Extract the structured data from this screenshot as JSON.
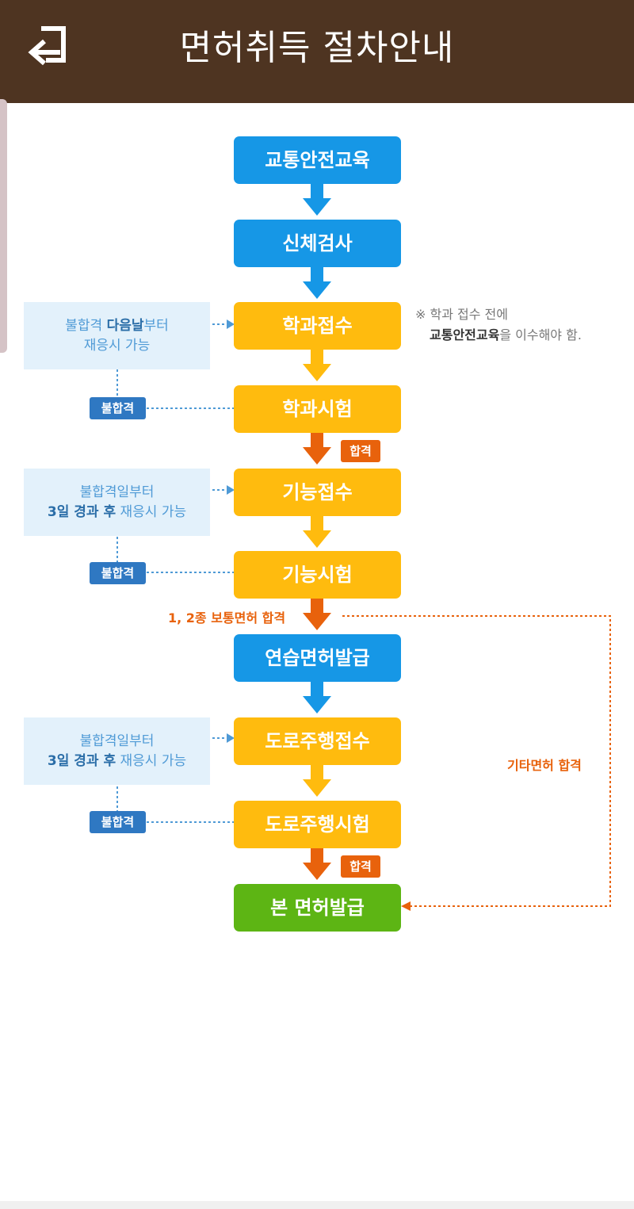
{
  "header": {
    "title": "면허취득 절차안내",
    "back_icon": "back-arrow-icon",
    "background_color": "#4e3421"
  },
  "steps": [
    {
      "label": "교통안전교육",
      "color": "blue"
    },
    {
      "label": "신체검사",
      "color": "blue"
    },
    {
      "label": "학과접수",
      "color": "yellow"
    },
    {
      "label": "학과시험",
      "color": "yellow"
    },
    {
      "label": "기능접수",
      "color": "yellow"
    },
    {
      "label": "기능시험",
      "color": "yellow"
    },
    {
      "label": "연습면허발급",
      "color": "blue"
    },
    {
      "label": "도로주행접수",
      "color": "yellow"
    },
    {
      "label": "도로주행시험",
      "color": "yellow"
    },
    {
      "label": "본 면허발급",
      "color": "green"
    }
  ],
  "retry_notes": [
    {
      "line1_prefix": "불합격 ",
      "line1_bold": "다음날",
      "line1_suffix": "부터",
      "line2_bold": "",
      "line2_suffix": "재응시 가능"
    },
    {
      "line1_prefix": "불합격일부터",
      "line1_bold": "",
      "line1_suffix": "",
      "line2_bold": "3일 경과 후",
      "line2_suffix": " 재응시 가능"
    },
    {
      "line1_prefix": "불합격일부터",
      "line1_bold": "",
      "line1_suffix": "",
      "line2_bold": "3일 경과 후",
      "line2_suffix": " 재응시 가능"
    }
  ],
  "fail_badge_label": "불합격",
  "pass_badge_label": "합격",
  "note": {
    "line1": "※ 학과 접수 전에",
    "line2_bold": "교통안전교육",
    "line2_suffix": "을 이수해야 함."
  },
  "normal_license_pass_label": "1, 2종 보통면허 합격",
  "other_license_pass_label": "기타면허 합격",
  "colors": {
    "blue": "#1697e6",
    "yellow": "#ffbb0e",
    "green": "#5db514",
    "orange": "#e8620c",
    "fail_badge": "#2f78c2",
    "retry_box": "#e3f1fb"
  }
}
